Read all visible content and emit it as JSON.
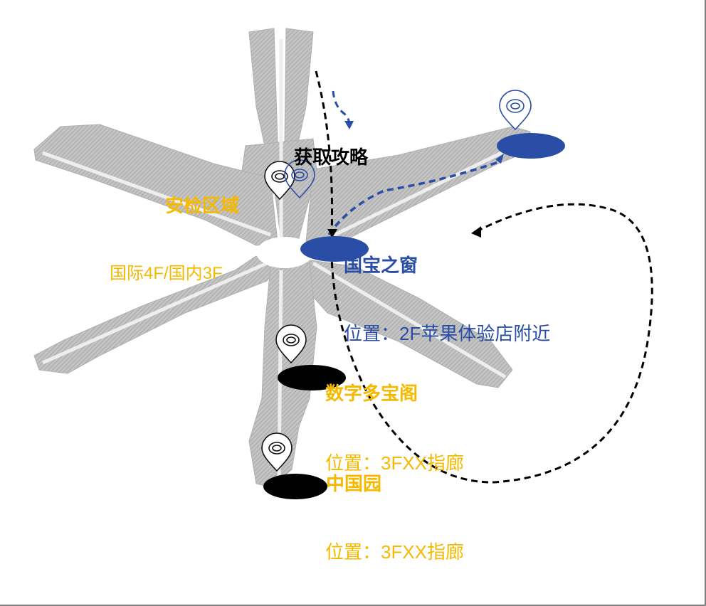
{
  "colors": {
    "blue": "#2a4ea6",
    "yellow": "#f5b900",
    "black": "#000000",
    "terminal_gray": "#b8b8b8",
    "border": "#7f7f7f"
  },
  "labels": {
    "guide_title": "获取攻略",
    "security_area": "安检区域",
    "security_floors": "国际4F/国内3F",
    "treasure_window": "国宝之窗",
    "treasure_window_location": "位置：2F苹果体验店附近",
    "digital_pavilion": "数字多宝阁",
    "digital_pavilion_location": "位置：3FXX指廊",
    "china_garden": "中国园",
    "china_garden_location": "位置：3FXX指廊"
  },
  "icons": [
    "map-pin-icon"
  ]
}
